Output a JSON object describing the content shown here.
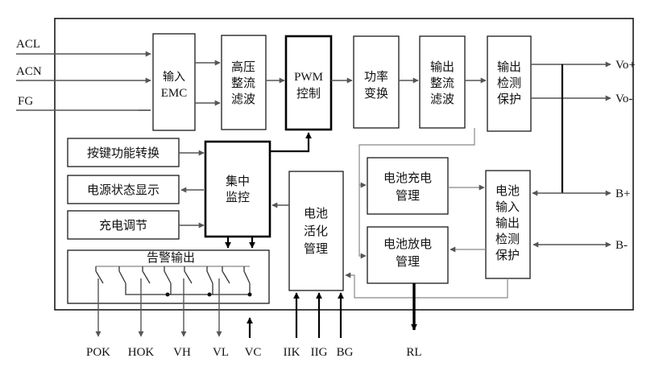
{
  "inputs": {
    "acl": "ACL",
    "acn": "ACN",
    "fg": "FG"
  },
  "blocks": {
    "input_emc": [
      "输入",
      "EMC"
    ],
    "hv_rectifier": [
      "高压",
      "整流",
      "滤波"
    ],
    "pwm": [
      "PWM",
      "控制"
    ],
    "power_conv": [
      "功率",
      "变换"
    ],
    "out_rectifier": [
      "输出",
      "整流",
      "滤波"
    ],
    "out_protect": [
      "输出",
      "检测",
      "保护"
    ],
    "key_switch": "按键功能转换",
    "status_display": "电源状态显示",
    "charge_adjust": "充电调节",
    "central_monitor": [
      "集中",
      "监控"
    ],
    "battery_activate": [
      "电池",
      "活化",
      "管理"
    ],
    "battery_charge": [
      "电池充电",
      "管理"
    ],
    "battery_discharge": [
      "电池放电",
      "管理"
    ],
    "battery_io_protect": [
      "电池",
      "输入",
      "输出",
      "检测",
      "保护"
    ],
    "alarm_output": "告警输出"
  },
  "outputs": {
    "vo_plus": "Vo+",
    "vo_minus": "Vo-",
    "b_plus": "B+",
    "b_minus": "B-"
  },
  "bottom_signals": {
    "pok": "POK",
    "hok": "HOK",
    "vh": "VH",
    "vl": "VL",
    "vc": "VC",
    "iik": "IIK",
    "iig": "IIG",
    "bg": "BG",
    "rl": "RL"
  },
  "colors": {
    "line": "#555555",
    "frame": "#1a1a1a",
    "background": "#ffffff"
  }
}
